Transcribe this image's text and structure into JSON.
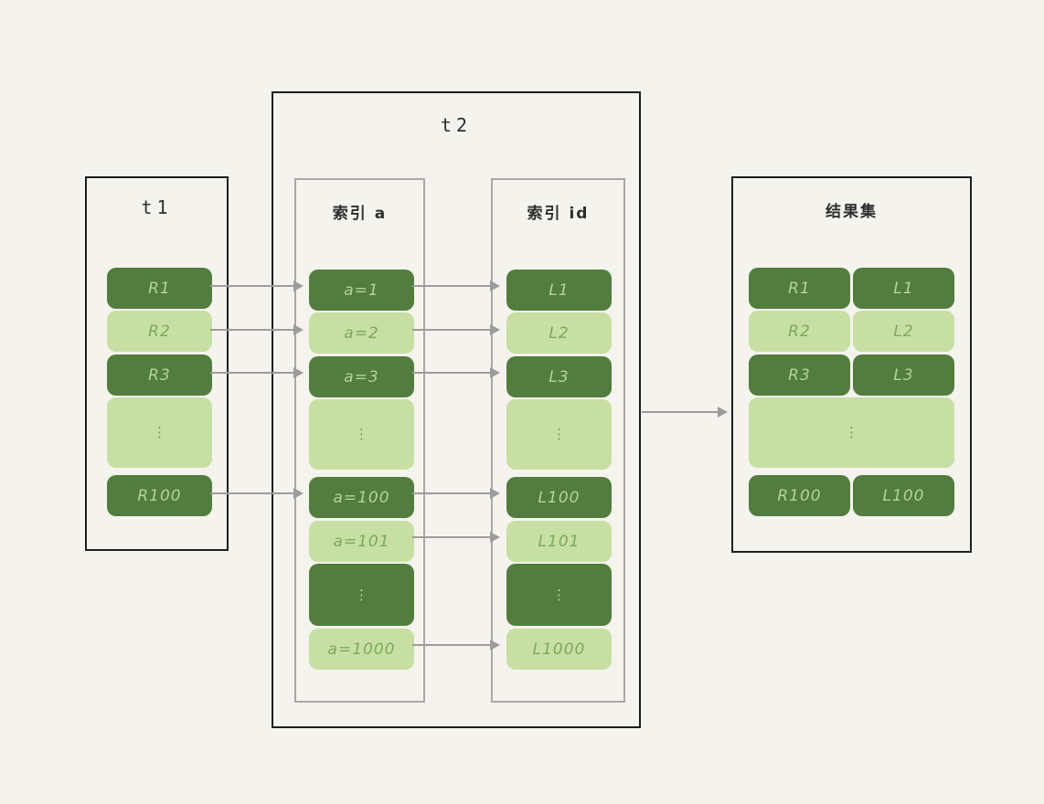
{
  "diagram_title": "index join lookup diagram",
  "colors": {
    "background": "#f4f3ed",
    "cell_dark": "#527d3e",
    "cell_light": "#c7dfa3",
    "text_on_dark": "#b4d495",
    "text_on_light": "#7ca95c",
    "outer_border": "#1e1e1e",
    "inner_border": "#a9a8a4",
    "arrow": "#9d9c98"
  },
  "t1": {
    "title": "t1",
    "rows": [
      {
        "label": "R1",
        "tone": "dark"
      },
      {
        "label": "R2",
        "tone": "light"
      },
      {
        "label": "R3",
        "tone": "dark"
      },
      {
        "label": "⋮",
        "tone": "light",
        "type": "dots"
      },
      {
        "label": "R100",
        "tone": "dark"
      }
    ]
  },
  "t2": {
    "title": "t2",
    "index_a": {
      "title": "索引 a",
      "rows": [
        {
          "label": "a=1",
          "tone": "dark"
        },
        {
          "label": "a=2",
          "tone": "light"
        },
        {
          "label": "a=3",
          "tone": "dark"
        },
        {
          "label": "⋮",
          "tone": "light",
          "type": "dots"
        },
        {
          "label": "a=100",
          "tone": "dark"
        },
        {
          "label": "a=101",
          "tone": "light"
        },
        {
          "label": "⋮",
          "tone": "dark",
          "type": "dots"
        },
        {
          "label": "a=1000",
          "tone": "light"
        }
      ]
    },
    "index_id": {
      "title": "索引 id",
      "rows": [
        {
          "label": "L1",
          "tone": "dark"
        },
        {
          "label": "L2",
          "tone": "light"
        },
        {
          "label": "L3",
          "tone": "dark"
        },
        {
          "label": "⋮",
          "tone": "light",
          "type": "dots"
        },
        {
          "label": "L100",
          "tone": "dark"
        },
        {
          "label": "L101",
          "tone": "light"
        },
        {
          "label": "⋮",
          "tone": "dark",
          "type": "dots"
        },
        {
          "label": "L1000",
          "tone": "light"
        }
      ]
    }
  },
  "result": {
    "title": "结果集",
    "rows": [
      {
        "left": "R1",
        "right": "L1",
        "tone": "dark"
      },
      {
        "left": "R2",
        "right": "L2",
        "tone": "light"
      },
      {
        "left": "R3",
        "right": "L3",
        "tone": "dark"
      },
      {
        "label": "⋮",
        "tone": "light",
        "type": "dots"
      },
      {
        "left": "R100",
        "right": "L100",
        "tone": "dark"
      }
    ]
  },
  "arrows": {
    "t1_to_index_a": [
      "R1→a=1",
      "R2→a=2",
      "R3→a=3",
      "R100→a=100"
    ],
    "index_a_to_index_id": [
      "a=1→L1",
      "a=2→L2",
      "a=3→L3",
      "a=100→L100",
      "a=101→L101",
      "a=1000→L1000"
    ],
    "t2_to_result": [
      "t2→结果集"
    ]
  }
}
